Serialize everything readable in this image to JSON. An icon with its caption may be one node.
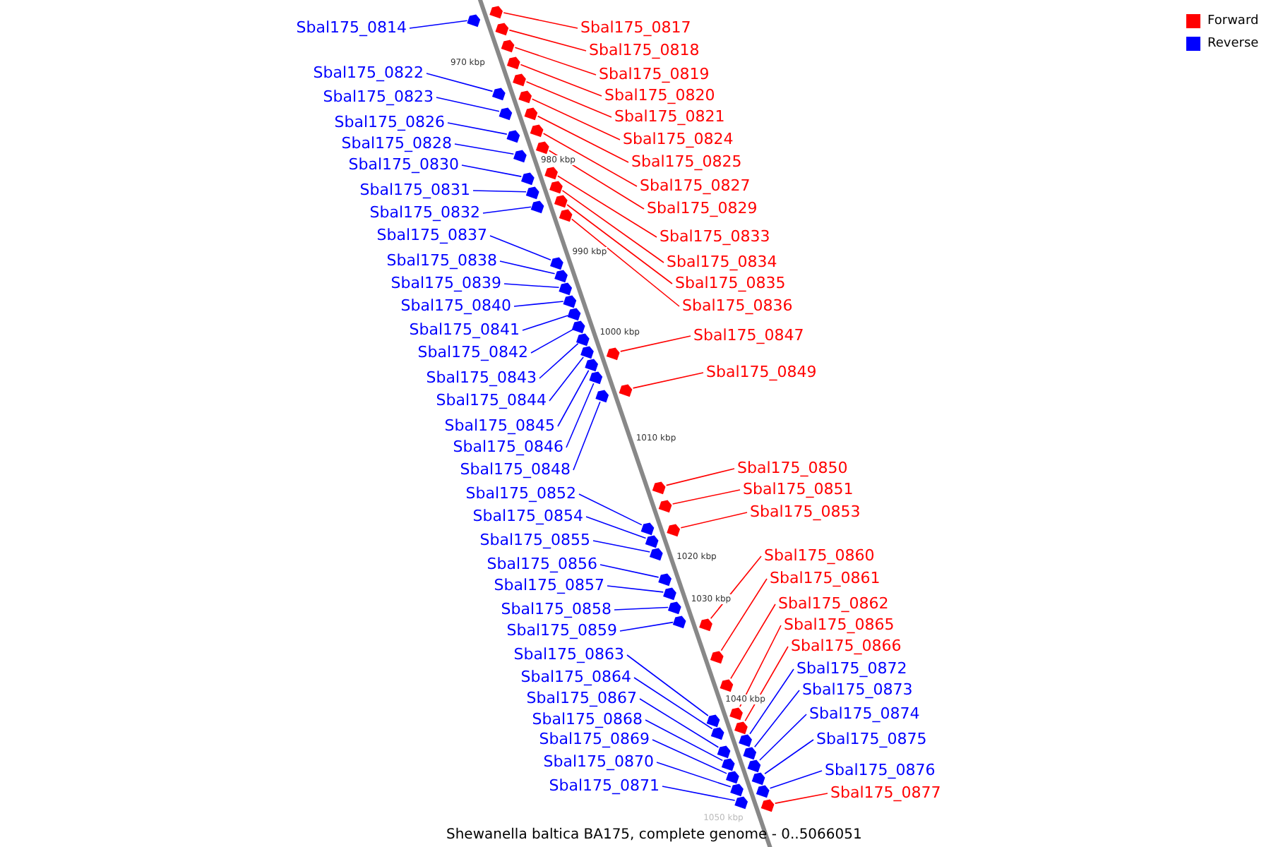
{
  "diagram": {
    "caption": "Shewanella baltica BA175, complete genome - 0..5066051",
    "nodes": [
      {
        "text": [
          "Sbal175_0814"
        ]
      },
      {
        "text": [
          "Sbal175_0817"
        ]
      },
      {
        "text": [
          "Sbal175_0818"
        ]
      },
      {
        "text": [
          "Sbal175_0819"
        ]
      },
      {
        "text": [
          "Sbal175_0820"
        ]
      },
      {
        "text": [
          "Sbal175_0821"
        ]
      },
      {
        "text": [
          "Sbal175_0822"
        ]
      },
      {
        "text": [
          "Sbal175_0823"
        ]
      },
      {
        "text": [
          "Sbal175_0824"
        ]
      },
      {
        "text": [
          "Sbal175_0825"
        ]
      },
      {
        "text": [
          "Sbal175_0826"
        ]
      },
      {
        "text": [
          "Sbal175_0827"
        ]
      },
      {
        "text": [
          "Sbal175_0828"
        ]
      },
      {
        "text": [
          "Sbal175_0829"
        ]
      },
      {
        "text": [
          "Sbal175_0830"
        ]
      },
      {
        "text": [
          "Sbal175_0831"
        ]
      },
      {
        "text": [
          "Sbal175_0832"
        ]
      },
      {
        "text": [
          "Sbal175_0833"
        ]
      },
      {
        "text": [
          "Sbal175_0834"
        ]
      },
      {
        "text": [
          "Sbal175_0835"
        ]
      },
      {
        "text": [
          "Sbal175_0836"
        ]
      },
      {
        "text": [
          "Sbal175_0837"
        ]
      },
      {
        "text": [
          "Sbal175_0838"
        ]
      },
      {
        "text": [
          "Sbal175_0839"
        ]
      },
      {
        "text": [
          "Sbal175_0840"
        ]
      },
      {
        "text": [
          "Sbal175_0841"
        ]
      },
      {
        "text": [
          "Sbal175_0842"
        ]
      },
      {
        "text": [
          "Sbal175_0843"
        ]
      },
      {
        "text": [
          "Sbal175_0844"
        ]
      },
      {
        "text": [
          "Sbal175_0845"
        ]
      },
      {
        "text": [
          "Sbal175_0846"
        ]
      },
      {
        "text": [
          "Sbal175_0847"
        ]
      },
      {
        "text": [
          "Sbal175_0848"
        ]
      },
      {
        "text": [
          "Sbal175_0849"
        ]
      },
      {
        "text": [
          "Sbal175_0850"
        ]
      },
      {
        "text": [
          "Sbal175_0851"
        ]
      },
      {
        "text": [
          "Sbal175_0852"
        ]
      },
      {
        "text": [
          "Sbal175_0853"
        ]
      },
      {
        "text": [
          "Sbal175_0854"
        ]
      },
      {
        "text": [
          "Sbal175_0855"
        ]
      },
      {
        "text": [
          "Sbal175_0856"
        ]
      },
      {
        "text": [
          "Sbal175_0857"
        ]
      },
      {
        "text": [
          "Sbal175_0858"
        ]
      },
      {
        "text": [
          "Sbal175_0859"
        ]
      },
      {
        "text": [
          "Sbal175_0860"
        ]
      },
      {
        "text": [
          "Sbal175_0861"
        ]
      },
      {
        "text": [
          "Sbal175_0862"
        ]
      },
      {
        "text": [
          "Sbal175_0863"
        ]
      },
      {
        "text": [
          "Sbal175_0864"
        ]
      },
      {
        "text": [
          "Sbal175_0865"
        ]
      },
      {
        "text": [
          "Sbal175_0866"
        ]
      },
      {
        "text": [
          "Sbal175_0867"
        ]
      },
      {
        "text": [
          "Sbal175_0868"
        ]
      },
      {
        "text": [
          "Sbal175_0869"
        ]
      },
      {
        "text": [
          "Sbal175_0870"
        ]
      },
      {
        "text": [
          "Sbal175_0871"
        ]
      },
      {
        "text": [
          "Sbal175_0872"
        ]
      },
      {
        "text": [
          "Sbal175_0873"
        ]
      },
      {
        "text": [
          "Sbal175_0874"
        ]
      },
      {
        "text": [
          "Sbal175_0875"
        ]
      },
      {
        "text": [
          "Sbal175_0876"
        ]
      },
      {
        "text": [
          "Sbal175_0877"
        ]
      },
      {
        "text": [],
        "shape": "arrow"
      },
      {
        "text": [],
        "shape": "arrow"
      },
      {
        "text": [],
        "shape": "arrow"
      },
      {
        "text": [],
        "shape": "arrow"
      },
      {
        "text": [],
        "shape": "arrow"
      },
      {
        "text": [],
        "shape": "arrow"
      },
      {
        "text": [],
        "shape": "arrow"
      },
      {
        "text": [],
        "shape": "arrow"
      },
      {
        "text": [],
        "shape": "arrow"
      },
      {
        "text": [],
        "shape": "arrow"
      },
      {
        "text": [],
        "shape": "arrow"
      },
      {
        "text": [],
        "shape": "arrow"
      },
      {
        "text": [],
        "shape": "arrow"
      },
      {
        "text": [],
        "shape": "arrow"
      },
      {
        "text": [],
        "shape": "arrow"
      },
      {
        "text": [],
        "shape": "arrow"
      },
      {
        "text": [],
        "shape": "arrow"
      },
      {
        "text": [],
        "shape": "arrow"
      },
      {
        "text": [],
        "shape": "arrow"
      },
      {
        "text": [],
        "shape": "arrow"
      },
      {
        "text": [],
        "shape": "arrow"
      },
      {
        "text": [],
        "shape": "arrow"
      },
      {
        "text": [],
        "shape": "arrow"
      },
      {
        "text": [],
        "shape": "arrow"
      },
      {
        "text": [],
        "shape": "arrow"
      },
      {
        "text": [],
        "shape": "arrow"
      },
      {
        "text": [],
        "shape": "arrow"
      },
      {
        "text": [],
        "shape": "arrow"
      },
      {
        "text": [],
        "shape": "arrow"
      },
      {
        "text": [],
        "shape": "arrow"
      },
      {
        "text": [],
        "shape": "arrow"
      },
      {
        "text": [],
        "shape": "arrow"
      },
      {
        "text": [],
        "shape": "arrow"
      },
      {
        "text": [],
        "shape": "arrow"
      },
      {
        "text": [],
        "shape": "arrow"
      },
      {
        "text": [],
        "shape": "arrow"
      },
      {
        "text": [],
        "shape": "arrow"
      },
      {
        "text": [],
        "shape": "arrow"
      },
      {
        "text": [],
        "shape": "arrow"
      },
      {
        "text": [],
        "shape": "arrow"
      },
      {
        "text": [],
        "shape": "arrow"
      },
      {
        "text": [],
        "shape": "arrow"
      },
      {
        "text": [],
        "shape": "arrow"
      },
      {
        "text": [],
        "shape": "arrow"
      },
      {
        "text": [],
        "shape": "arrow"
      },
      {
        "text": [],
        "shape": "arrow"
      },
      {
        "text": [],
        "shape": "arrow"
      },
      {
        "text": [],
        "shape": "arrow"
      },
      {
        "text": [],
        "shape": "arrow"
      },
      {
        "text": [],
        "shape": "arrow"
      },
      {
        "text": [],
        "shape": "arrow"
      },
      {
        "text": [],
        "shape": "arrow"
      },
      {
        "text": [],
        "shape": "arrow"
      },
      {
        "text": [],
        "shape": "arrow"
      },
      {
        "text": [],
        "shape": "arrow"
      },
      {
        "text": [],
        "shape": "arrow"
      },
      {
        "text": [],
        "shape": "arrow"
      },
      {
        "text": [],
        "shape": "arrow"
      },
      {
        "text": [],
        "shape": "arrow"
      },
      {
        "text": [],
        "shape": "arrow"
      },
      {
        "text": [],
        "shape": "arrow"
      },
      {
        "text": [],
        "shape": "arrow"
      }
    ],
    "edges": [
      {
        "from": 0,
        "to": 62,
        "arrow": "none"
      },
      {
        "from": 1,
        "to": 63,
        "arrow": "none",
        "color": "#ff0000"
      },
      {
        "from": 2,
        "to": 64,
        "arrow": "none",
        "color": "#ff0000"
      },
      {
        "from": 3,
        "to": 65,
        "arrow": "none",
        "color": "#ff0000"
      },
      {
        "from": 4,
        "to": 66,
        "arrow": "none",
        "color": "#ff0000"
      },
      {
        "from": 5,
        "to": 67,
        "arrow": "none",
        "color": "#ff0000"
      },
      {
        "from": 6,
        "to": 68,
        "arrow": "none"
      },
      {
        "from": 7,
        "to": 69,
        "arrow": "none"
      },
      {
        "from": 8,
        "to": 70,
        "arrow": "none",
        "color": "#ff0000"
      },
      {
        "from": 9,
        "to": 71,
        "arrow": "none",
        "color": "#ff0000"
      },
      {
        "from": 10,
        "to": 72,
        "arrow": "none"
      },
      {
        "from": 11,
        "to": 73,
        "arrow": "none",
        "color": "#ff0000"
      },
      {
        "from": 12,
        "to": 74,
        "arrow": "none"
      },
      {
        "from": 13,
        "to": 75,
        "arrow": "none",
        "color": "#ff0000"
      },
      {
        "from": 14,
        "to": 76,
        "arrow": "none"
      },
      {
        "from": 15,
        "to": 77,
        "arrow": "none"
      },
      {
        "from": 16,
        "to": 78,
        "arrow": "none"
      },
      {
        "from": 17,
        "to": 79,
        "arrow": "none",
        "color": "#ff0000"
      },
      {
        "from": 18,
        "to": 80,
        "arrow": "none",
        "color": "#ff0000"
      },
      {
        "from": 19,
        "to": 81,
        "arrow": "none",
        "color": "#ff0000"
      },
      {
        "from": 20,
        "to": 82,
        "arrow": "none",
        "color": "#ff0000"
      },
      {
        "from": 21,
        "to": 83,
        "arrow": "none"
      },
      {
        "from": 22,
        "to": 84,
        "arrow": "none"
      },
      {
        "from": 23,
        "to": 85,
        "arrow": "none"
      },
      {
        "from": 24,
        "to": 86,
        "arrow": "none"
      },
      {
        "from": 25,
        "to": 87,
        "arrow": "none"
      },
      {
        "from": 26,
        "to": 88,
        "arrow": "none"
      },
      {
        "from": 27,
        "to": 89,
        "arrow": "none"
      },
      {
        "from": 28,
        "to": 90,
        "arrow": "none"
      },
      {
        "from": 29,
        "to": 91,
        "arrow": "none"
      },
      {
        "from": 30,
        "to": 92,
        "arrow": "none"
      },
      {
        "from": 31,
        "to": 93,
        "arrow": "none",
        "color": "#ff0000"
      },
      {
        "from": 32,
        "to": 94,
        "arrow": "none"
      },
      {
        "from": 33,
        "to": 95,
        "arrow": "none",
        "color": "#ff0000"
      },
      {
        "from": 34,
        "to": 96,
        "arrow": "none",
        "color": "#ff0000"
      },
      {
        "from": 35,
        "to": 97,
        "arrow": "none",
        "color": "#ff0000"
      },
      {
        "from": 36,
        "to": 98,
        "arrow": "none"
      },
      {
        "from": 37,
        "to": 99,
        "arrow": "none",
        "color": "#ff0000"
      },
      {
        "from": 38,
        "to": 100,
        "arrow": "none"
      },
      {
        "from": 39,
        "to": 101,
        "arrow": "none"
      },
      {
        "from": 40,
        "to": 102,
        "arrow": "none"
      },
      {
        "from": 41,
        "to": 103,
        "arrow": "none"
      },
      {
        "from": 42,
        "to": 104,
        "arrow": "none"
      },
      {
        "from": 43,
        "to": 105,
        "arrow": "none"
      },
      {
        "from": 44,
        "to": 106,
        "arrow": "none",
        "color": "#ff0000"
      },
      {
        "from": 45,
        "to": 107,
        "arrow": "none",
        "color": "#ff0000"
      },
      {
        "from": 46,
        "to": 108,
        "arrow": "none",
        "color": "#ff0000"
      },
      {
        "from": 47,
        "to": 109,
        "arrow": "none"
      },
      {
        "from": 48,
        "to": 110,
        "arrow": "none"
      },
      {
        "from": 49,
        "to": 111,
        "arrow": "none",
        "color": "#ff0000"
      },
      {
        "from": 50,
        "to": 112,
        "arrow": "none",
        "color": "#ff0000"
      },
      {
        "from": 51,
        "to": 113,
        "arrow": "none"
      },
      {
        "from": 52,
        "to": 114,
        "arrow": "none"
      },
      {
        "from": 53,
        "to": 115,
        "arrow": "none"
      },
      {
        "from": 54,
        "to": 116,
        "arrow": "none"
      },
      {
        "from": 55,
        "to": 117,
        "arrow": "none"
      },
      {
        "from": 56,
        "to": 118,
        "arrow": "none"
      },
      {
        "from": 57,
        "to": 119,
        "arrow": "none"
      },
      {
        "from": 58,
        "to": 120,
        "arrow": "none"
      },
      {
        "from": 59,
        "to": 121,
        "arrow": "none"
      },
      {
        "from": 60,
        "to": 122,
        "arrow": "none"
      },
      {
        "from": 61,
        "to": 123,
        "arrow": "none",
        "color": "#ff0000"
      }
    ],
    "labels": [
      "970 kbp",
      "980 kbp",
      "990 kbp",
      "1000 kbp",
      "1010 kbp",
      "1020 kbp",
      "1030 kbp",
      "1040 kbp",
      "1050 kbp"
    ],
    "legend": [
      {
        "text": "Forward",
        "color": "#ff0000"
      },
      {
        "text": "Reverse",
        "color": "#0000ff"
      }
    ]
  }
}
